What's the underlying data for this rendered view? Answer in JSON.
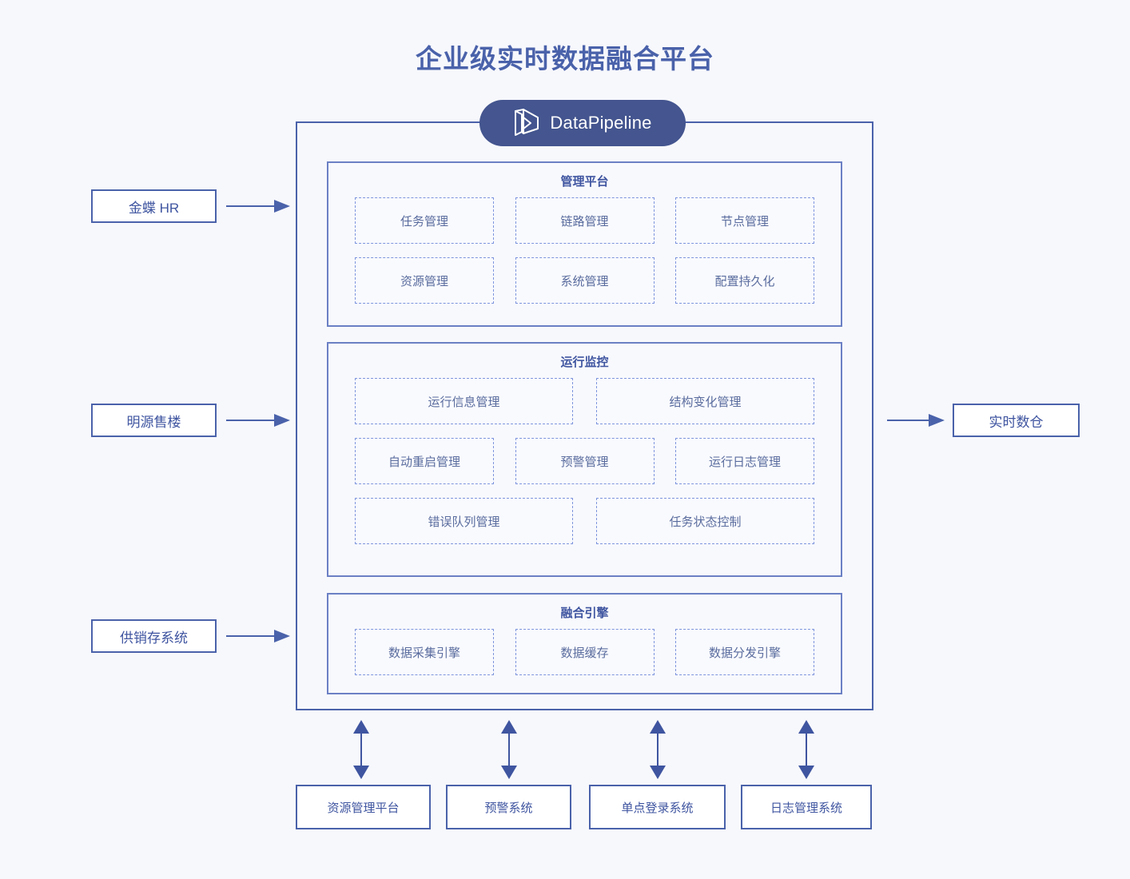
{
  "page": {
    "title": "企业级实时数据融合平台",
    "accent": "#4a62aa",
    "logo_bg": "#44558f",
    "dashed_border": "#7e95dd",
    "background": "#f7f8fc"
  },
  "logo": {
    "text": "DataPipeline",
    "icon": "datapipeline-prism-icon"
  },
  "sources": [
    {
      "label": "金蝶 HR"
    },
    {
      "label": "明源售楼"
    },
    {
      "label": "供销存系统"
    }
  ],
  "sinks": [
    {
      "label": "实时数仓"
    }
  ],
  "sections": [
    {
      "title": "管理平台",
      "rows": [
        [
          {
            "label": "任务管理"
          },
          {
            "label": "链路管理"
          },
          {
            "label": "节点管理"
          }
        ],
        [
          {
            "label": "资源管理"
          },
          {
            "label": "系统管理"
          },
          {
            "label": "配置持久化"
          }
        ]
      ]
    },
    {
      "title": "运行监控",
      "rows": [
        [
          {
            "label": "运行信息管理"
          },
          {
            "label": "结构变化管理"
          }
        ],
        [
          {
            "label": "自动重启管理"
          },
          {
            "label": "预警管理"
          },
          {
            "label": "运行日志管理"
          }
        ],
        [
          {
            "label": "错误队列管理"
          },
          {
            "label": "任务状态控制"
          }
        ]
      ]
    },
    {
      "title": "融合引擎",
      "rows": [
        [
          {
            "label": "数据采集引擎"
          },
          {
            "label": "数据缓存"
          },
          {
            "label": "数据分发引擎"
          }
        ]
      ]
    }
  ],
  "bottom_systems": [
    {
      "label": "资源管理平台"
    },
    {
      "label": "预警系统"
    },
    {
      "label": "单点登录系统"
    },
    {
      "label": "日志管理系统"
    }
  ],
  "arrows": {
    "source_to_platform": "arrow-right-icon",
    "platform_to_sink": "arrow-right-icon",
    "platform_to_bottom": "arrow-double-vertical-icon"
  }
}
